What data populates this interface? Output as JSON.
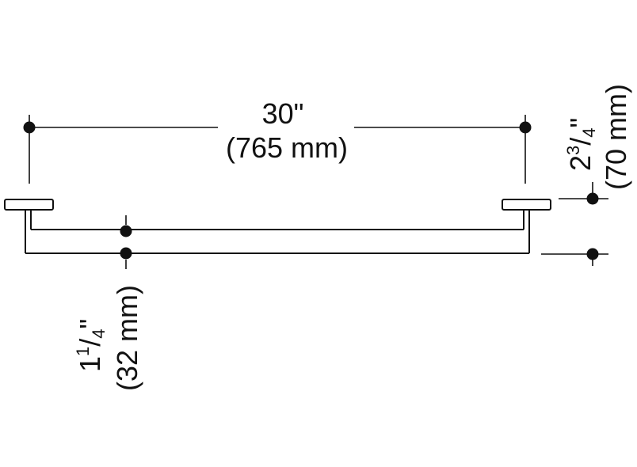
{
  "drawing": {
    "line_color": "#111111",
    "background": "#ffffff"
  },
  "dimensions": {
    "overall_length": {
      "imperial": "30\"",
      "metric": "(765 mm)"
    },
    "projection": {
      "whole": "2",
      "numerator": "3",
      "denominator": "4",
      "inch_mark": "\"",
      "metric": "(70 mm)"
    },
    "bar_diameter": {
      "whole": "1",
      "numerator": "1",
      "denominator": "4",
      "inch_mark": "\"",
      "metric": "(32 mm)"
    }
  }
}
